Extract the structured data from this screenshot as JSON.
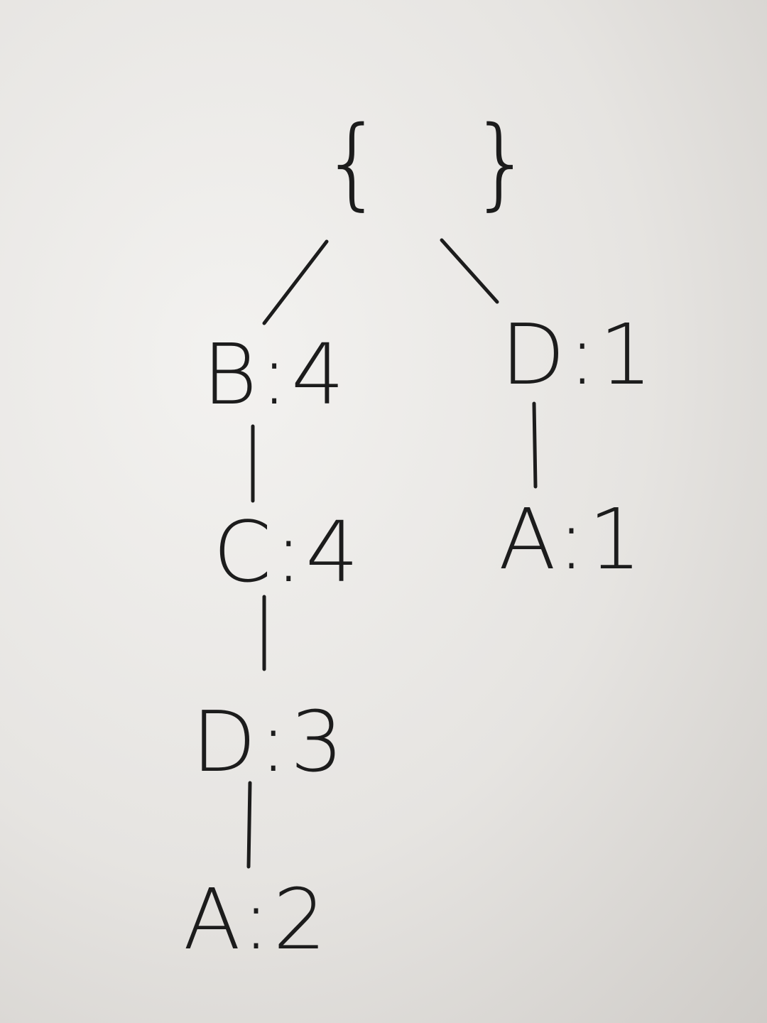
{
  "tree": {
    "root": {
      "label": "{ }"
    },
    "nodes": [
      {
        "id": "b4",
        "label": "B:4"
      },
      {
        "id": "c4",
        "label": "C:4"
      },
      {
        "id": "d3",
        "label": "D:3"
      },
      {
        "id": "a2",
        "label": "A:2"
      },
      {
        "id": "d1",
        "label": "D:1"
      },
      {
        "id": "a1",
        "label": "A:1"
      }
    ],
    "edges": [
      {
        "from": "root",
        "to": "b4"
      },
      {
        "from": "b4",
        "to": "c4"
      },
      {
        "from": "c4",
        "to": "d3"
      },
      {
        "from": "d3",
        "to": "a2"
      },
      {
        "from": "root",
        "to": "d1"
      },
      {
        "from": "d1",
        "to": "a1"
      }
    ]
  },
  "colors": {
    "ink": "#1c1c1c",
    "paper": "#e6e4e1"
  }
}
